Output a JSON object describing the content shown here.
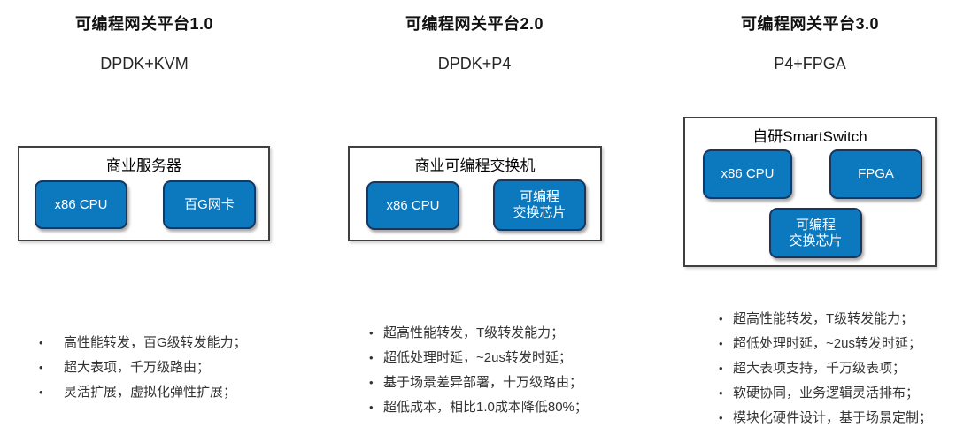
{
  "colors": {
    "chip_fill": "#0c78be",
    "chip_border": "#17375e",
    "box_border": "#404040",
    "title_text": "#111111",
    "bullet_text": "#333333"
  },
  "columns": [
    {
      "title": "可编程网关平台1.0",
      "subtitle": "DPDK+KVM",
      "box": {
        "label": "商业服务器",
        "chips": [
          {
            "label": "x86 CPU"
          },
          {
            "label": "百G网卡"
          }
        ]
      },
      "bullets": [
        "高性能转发，百G级转发能力；",
        "超大表项，千万级路由；",
        "灵活扩展，虚拟化弹性扩展；"
      ]
    },
    {
      "title": "可编程网关平台2.0",
      "subtitle": "DPDK+P4",
      "box": {
        "label": "商业可编程交换机",
        "chips": [
          {
            "label": "x86 CPU"
          },
          {
            "label": "可编程\n交换芯片"
          }
        ]
      },
      "bullets": [
        "超高性能转发，T级转发能力；",
        "超低处理时延，~2us转发时延；",
        "基于场景差异部署，十万级路由；",
        "超低成本，相比1.0成本降低80%；"
      ]
    },
    {
      "title": "可编程网关平台3.0",
      "subtitle": "P4+FPGA",
      "box": {
        "label": "自研SmartSwitch",
        "chips": [
          {
            "label": "x86 CPU"
          },
          {
            "label": "FPGA"
          },
          {
            "label": "可编程\n交换芯片"
          }
        ]
      },
      "bullets": [
        "超高性能转发，T级转发能力；",
        "超低处理时延，~2us转发时延；",
        "超大表项支持，千万级表项；",
        "软硬协同，业务逻辑灵活排布；",
        "模块化硬件设计，基于场景定制；"
      ]
    }
  ]
}
